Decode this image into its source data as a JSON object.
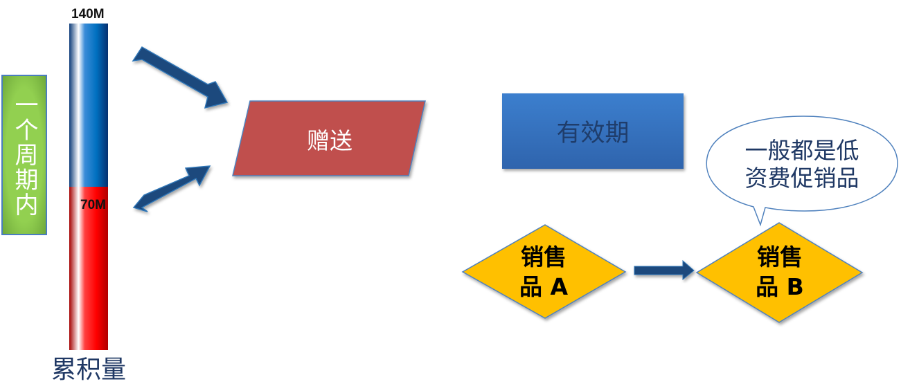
{
  "period_box": {
    "label": "一个周期内",
    "color": "#92d050"
  },
  "accumulation_bar": {
    "top_label": "140M",
    "mid_label": "70M",
    "bottom_label": "累积量",
    "upper_color": "#0070c0",
    "lower_color": "#ff0000"
  },
  "gift_shape": {
    "label": "赠送",
    "color": "#c0504d"
  },
  "validity_box": {
    "label": "有效期",
    "color": "#3c7fce"
  },
  "callout": {
    "line1": "一般都是低",
    "line2": "资费促销品"
  },
  "product_a": {
    "line1": "销售",
    "line2": "品 A",
    "color": "#ffc000"
  },
  "product_b": {
    "line1": "销售",
    "line2": "品 B",
    "color": "#ffc000"
  },
  "arrow_color": "#1f497d"
}
